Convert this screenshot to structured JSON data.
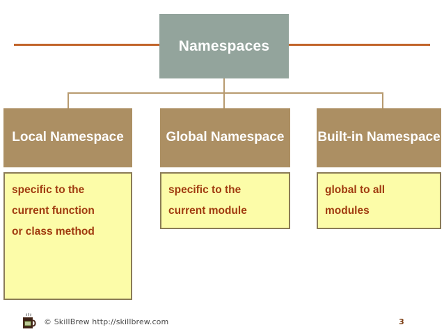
{
  "slide": {
    "title": "Namespaces",
    "accent_line_color": "#c1642a",
    "title_box_color": "#93a49c",
    "header_box_color": "#ac8f63",
    "desc_box_color": "#fcfca8",
    "desc_border_color": "#8a7b56",
    "desc_text_color": "#a03b10",
    "connector_color": "#b79a6f"
  },
  "columns": [
    {
      "header": "Local\nNamespace",
      "description": "specific to the\ncurrent function\nor class method"
    },
    {
      "header": "Global\nNamespace",
      "description": "specific to the\ncurrent module"
    },
    {
      "header": "Built-in\nNamespace",
      "description": "global to all\nmodules"
    }
  ],
  "footer": {
    "logo_icon": "coffee-mug-icon",
    "copyright": "© SkillBrew http://skillbrew.com",
    "page_number": "3"
  }
}
